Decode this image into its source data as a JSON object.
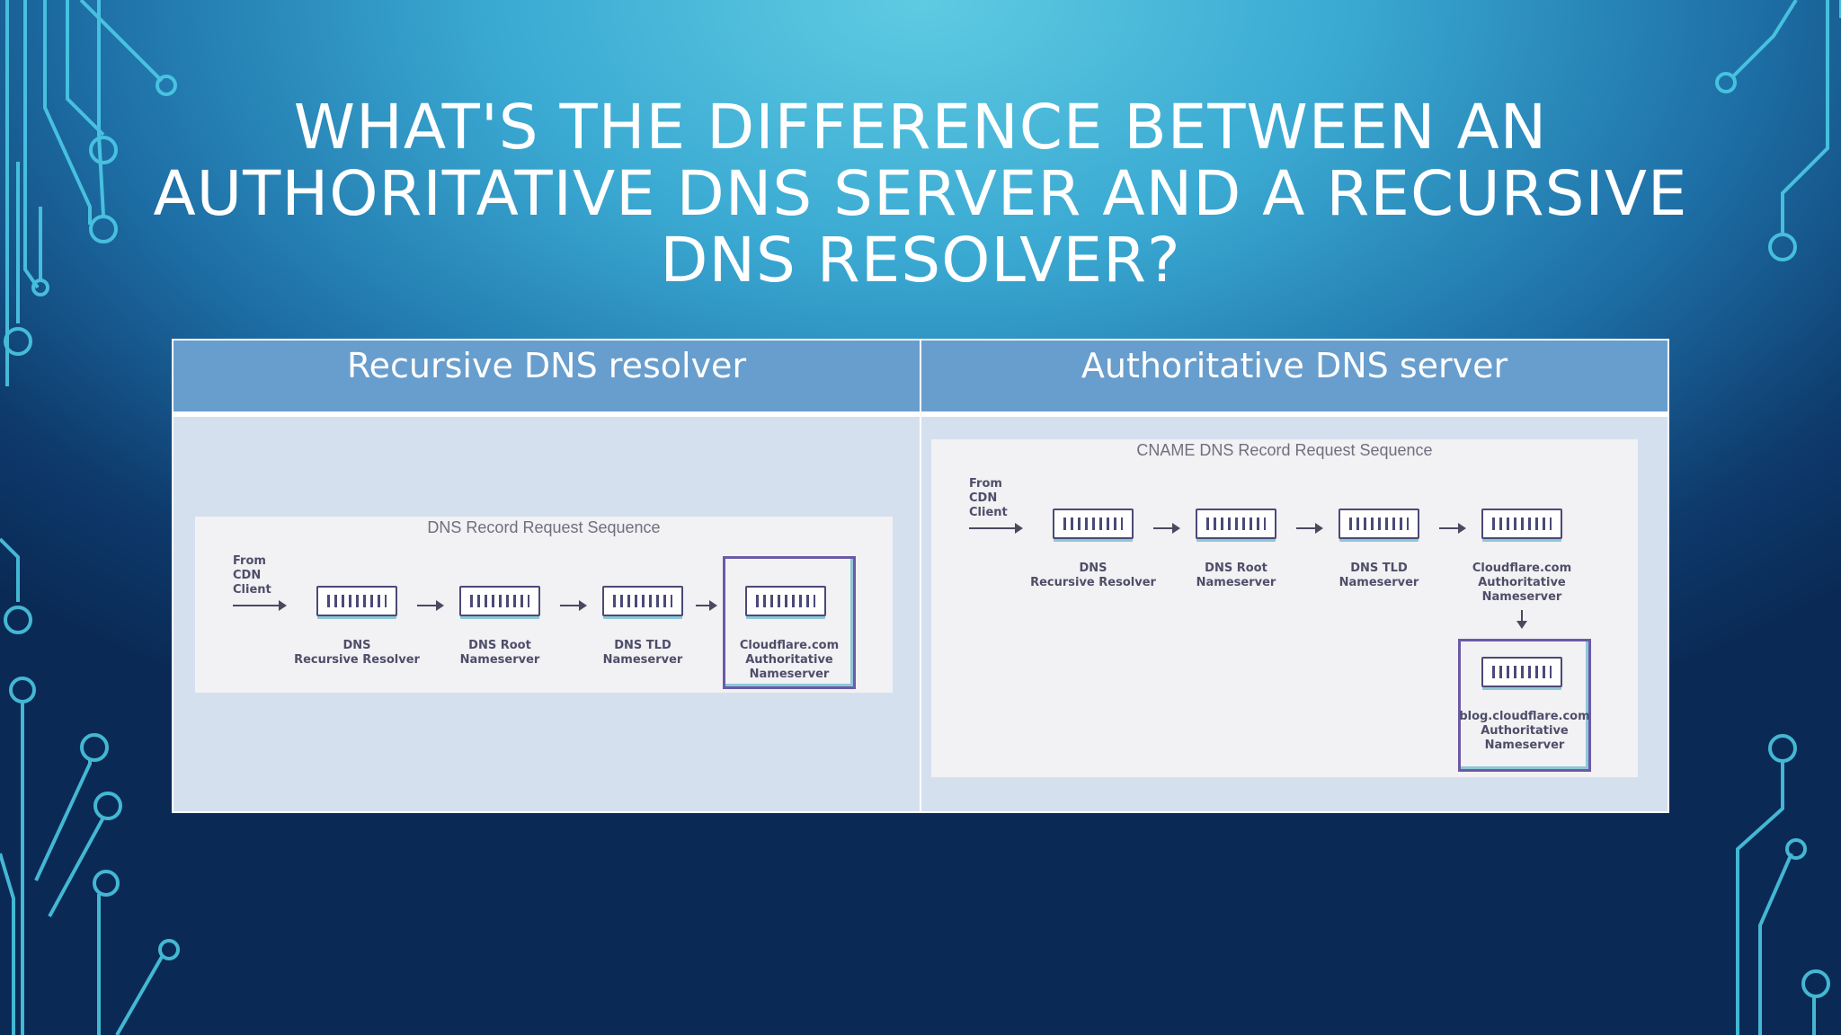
{
  "slide": {
    "title": "WHAT'S THE DIFFERENCE BETWEEN AN AUTHORITATIVE DNS SERVER AND A RECURSIVE DNS RESOLVER?"
  },
  "table": {
    "headers": [
      "Recursive DNS resolver",
      "Authoritative DNS server"
    ]
  },
  "diagram_left": {
    "title": "DNS Record Request Sequence",
    "from_label": "From\nCDN\nClient",
    "servers": [
      "DNS\nRecursive Resolver",
      "DNS Root\nNameserver",
      "DNS TLD\nNameserver",
      "Cloudflare.com\nAuthoritative\nNameserver"
    ]
  },
  "diagram_right": {
    "title": "CNAME DNS Record Request Sequence",
    "from_label": "From\nCDN\nClient",
    "servers": [
      "DNS\nRecursive Resolver",
      "DNS Root\nNameserver",
      "DNS TLD\nNameserver",
      "Cloudflare.com\nAuthoritative\nNameserver",
      "blog.cloudflare.com\nAuthoritative\nNameserver"
    ]
  },
  "colors": {
    "header_fill": "#689ecd",
    "cell_fill": "#d5e0ef",
    "highlight_border": "#6b5aa8"
  }
}
